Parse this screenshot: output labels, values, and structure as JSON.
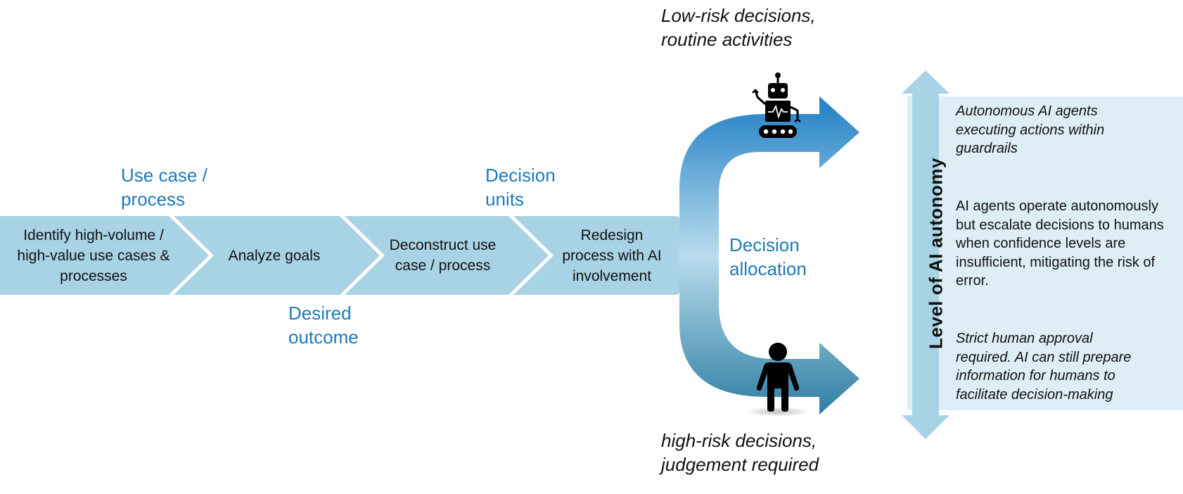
{
  "steps": [
    {
      "label": "Identify high-volume / high-value use cases & processes"
    },
    {
      "label": "Analyze goals"
    },
    {
      "label": "Deconstruct use case / process"
    },
    {
      "label": "Redesign process with AI involvement"
    }
  ],
  "labels": {
    "use_case": "Use case / process",
    "desired_outcome": "Desired outcome",
    "decision_units": "Decision units",
    "decision_allocation": "Decision allocation"
  },
  "risk": {
    "low": "Low-risk decisions, routine activities",
    "high": "high-risk decisions, judgement required"
  },
  "autonomy": {
    "axis_label": "Level of AI  autonomy",
    "levels": [
      "Autonomous AI agents executing actions within guardrails",
      "AI agents operate autonomously but escalate decisions to humans when confidence levels are insufficient, mitigating the risk of error.",
      "Strict human approval required. AI can still prepare information for humans to facilitate decision-making"
    ]
  },
  "icons": {
    "top_branch": "robot-icon",
    "bottom_branch": "person-icon"
  },
  "colors": {
    "chevron_fill": "#a8d3e5",
    "label_blue": "#1d7ab8",
    "arrow_top": "#1f7fc4",
    "arrow_mid": "#b9dced",
    "arrow_bottom": "#2f7ea3",
    "panel_fill": "#ddeef6",
    "axis_arrow": "#a8d3e5"
  }
}
